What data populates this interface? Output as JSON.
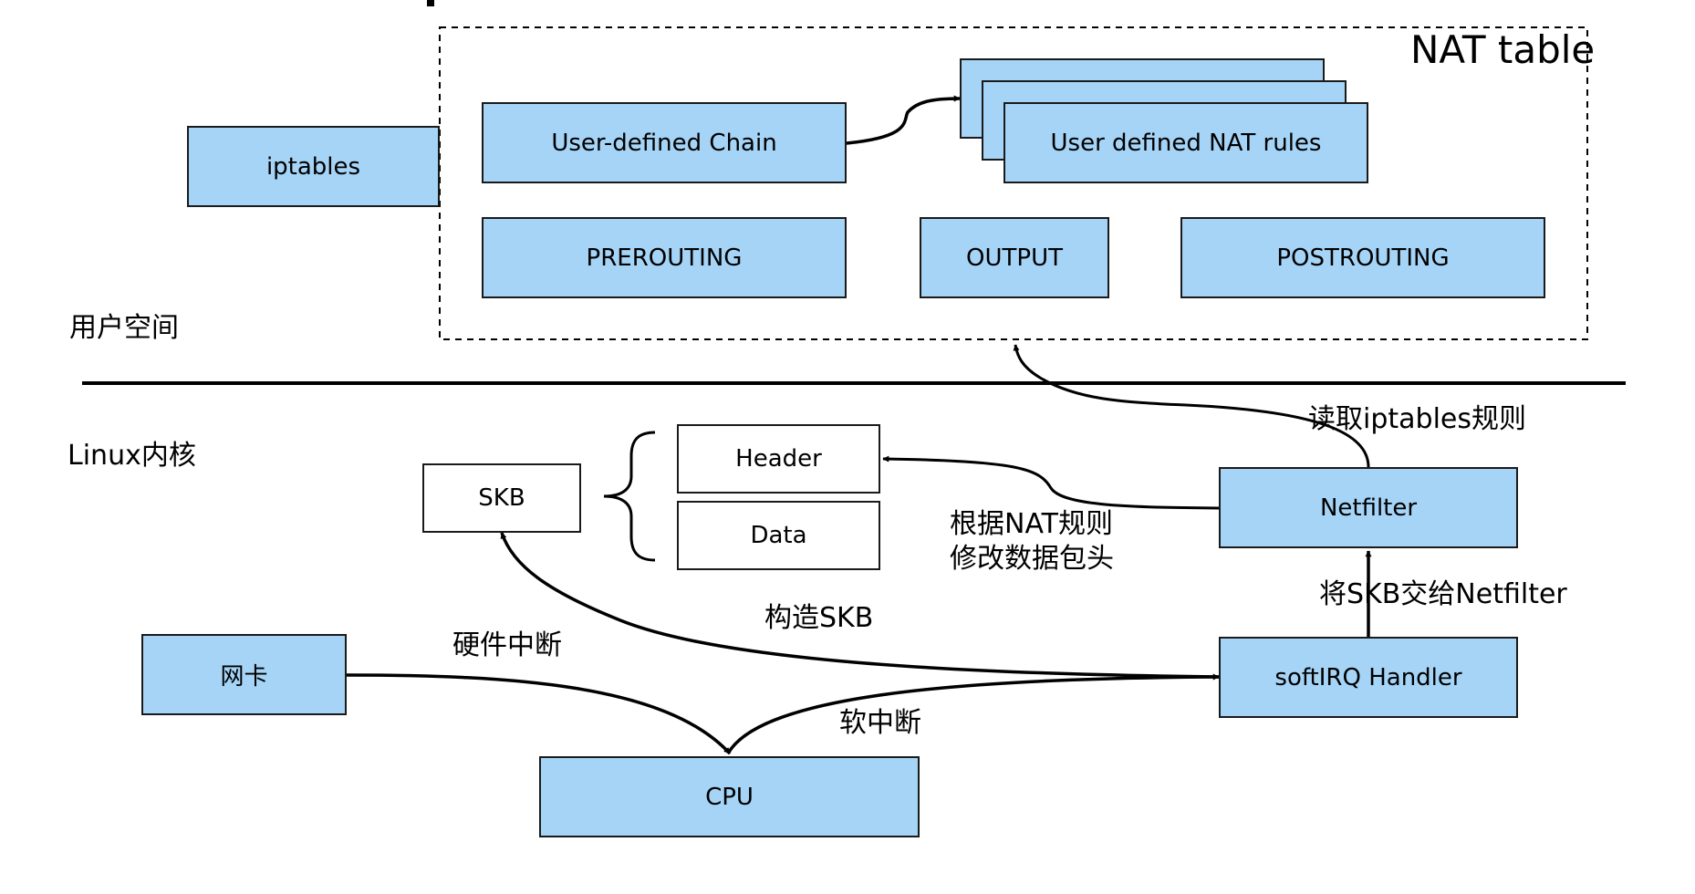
{
  "nat_table": {
    "title": "NAT table",
    "user_defined_chain": "User-defined Chain",
    "user_defined_rules": "User defined NAT rules",
    "prerouting": "PREROUTING",
    "output": "OUTPUT",
    "postrouting": "POSTROUTING"
  },
  "userspace": {
    "iptables": "iptables",
    "label": "用户空间"
  },
  "kernel": {
    "label": "Linux内核",
    "skb": "SKB",
    "header": "Header",
    "data": "Data",
    "netfilter": "Netfilter",
    "softirq_handler": "softIRQ Handler",
    "nic": "网卡",
    "cpu": "CPU"
  },
  "edge_labels": {
    "read_rules": "读取iptables规则",
    "modify_header_line1": "根据NAT规则",
    "modify_header_line2": "修改数据包头",
    "hand_to_netfilter": "将SKB交给Netfilter",
    "build_skb": "构造SKB",
    "hardware_interrupt": "硬件中断",
    "software_interrupt": "软中断"
  },
  "colors": {
    "box_fill": "#a6d4f7",
    "box_border": "#1a1a1a",
    "line": "#000000"
  }
}
